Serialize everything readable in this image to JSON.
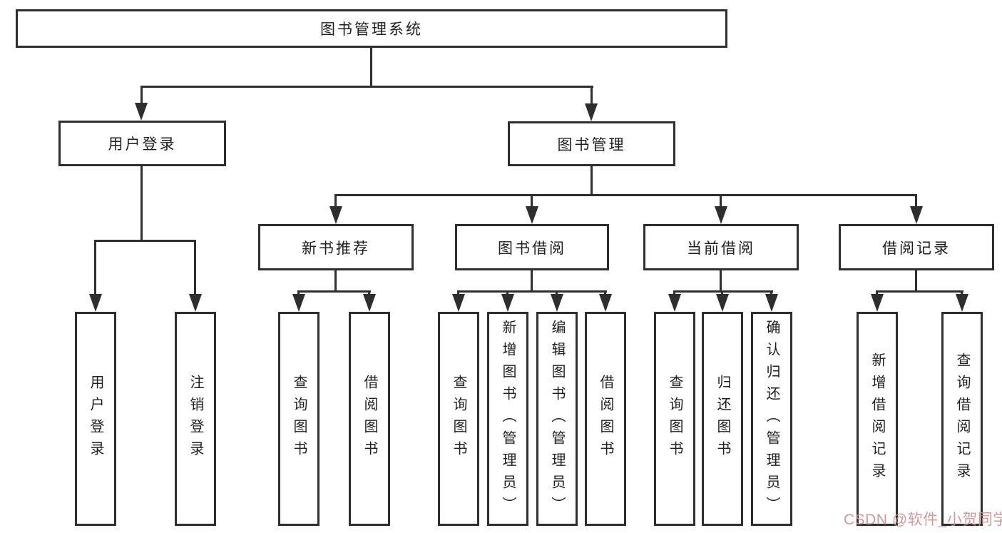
{
  "colors": {
    "line": "#2e2e2e",
    "box_border": "#2e2e2e",
    "text": "#1f1f1f",
    "watermark": "#cb8f8f",
    "background": "#ffffff"
  },
  "tree": {
    "label": "图书管理系统",
    "children": [
      {
        "label": "用户登录",
        "children": [
          {
            "label": "用户登录"
          },
          {
            "label": "注销登录"
          }
        ]
      },
      {
        "label": "图书管理",
        "children": [
          {
            "label": "新书推荐",
            "children": [
              {
                "label": "查询图书"
              },
              {
                "label": "借阅图书"
              }
            ]
          },
          {
            "label": "图书借阅",
            "children": [
              {
                "label": "查询图书"
              },
              {
                "label": "新增图书（管理员）"
              },
              {
                "label": "编辑图书（管理员）"
              },
              {
                "label": "借阅图书"
              }
            ]
          },
          {
            "label": "当前借阅",
            "children": [
              {
                "label": "查询图书"
              },
              {
                "label": "归还图书"
              },
              {
                "label": "确认归还（管理员）"
              }
            ]
          },
          {
            "label": "借阅记录",
            "children": [
              {
                "label": "新增借阅记录"
              },
              {
                "label": "查询借阅记录"
              }
            ]
          }
        ]
      }
    ]
  },
  "watermark": {
    "text": "CSDN @软件_小贺同学"
  }
}
